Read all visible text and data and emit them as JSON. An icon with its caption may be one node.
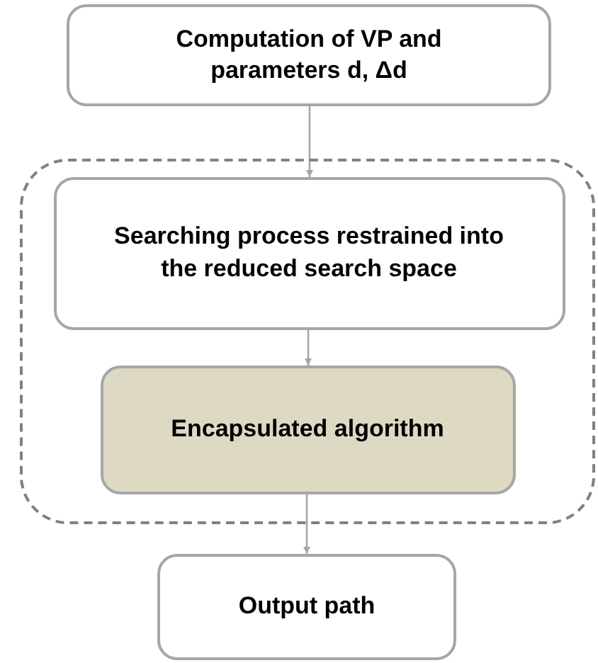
{
  "diagram": {
    "nodes": [
      {
        "text": [
          "Computation of VP and parameters d, Δd"
        ]
      },
      {
        "text": [],
        "shape": "box"
      },
      {
        "text": [
          "Searching process restrained into the reduced search space"
        ],
        "in": 1
      },
      {
        "text": [
          "Encapsulated algorithm"
        ],
        "in": 1
      },
      {
        "text": [
          "Output path"
        ]
      }
    ],
    "edges": [
      {
        "from": 0,
        "to": 2,
        "arrow": "to"
      },
      {
        "from": 2,
        "to": 3,
        "arrow": "to"
      },
      {
        "from": 3,
        "to": 4,
        "arrow": "to"
      }
    ]
  }
}
